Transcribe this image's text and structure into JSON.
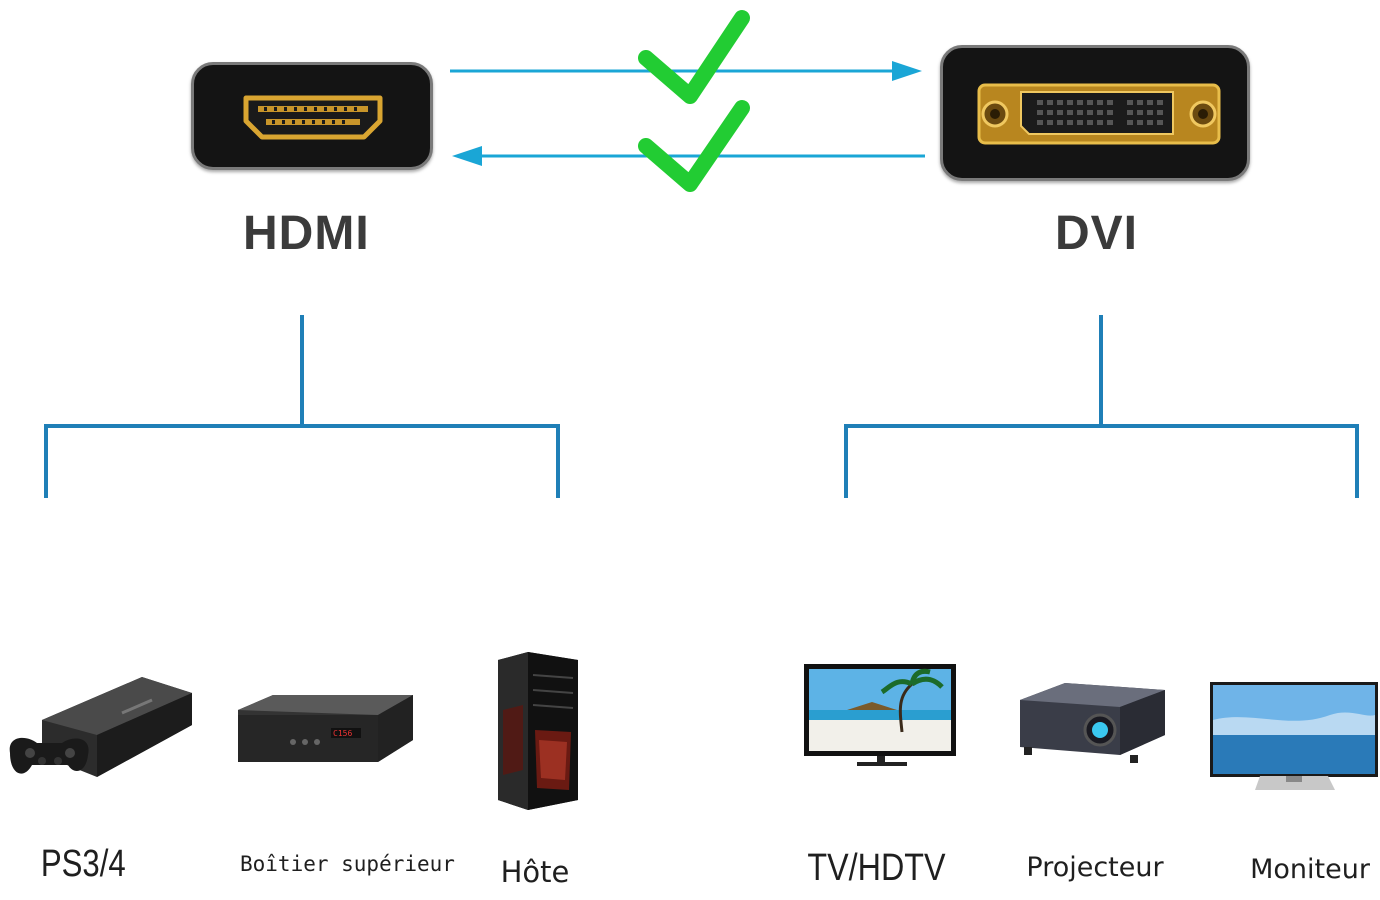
{
  "connectors": {
    "hdmi": {
      "label": "HDMI"
    },
    "dvi": {
      "label": "DVI"
    }
  },
  "devices": {
    "hdmi_side": [
      {
        "label": "PS3/4",
        "icon": "game-console-icon"
      },
      {
        "label": "Boîtier supérieur",
        "icon": "set-top-box-icon"
      },
      {
        "label": "Hôte",
        "icon": "desktop-tower-icon"
      }
    ],
    "dvi_side": [
      {
        "label": "TV/HDTV",
        "icon": "tv-icon"
      },
      {
        "label": "Projecteur",
        "icon": "projector-icon"
      },
      {
        "label": "Moniteur",
        "icon": "monitor-icon"
      }
    ]
  },
  "colors": {
    "arrow": "#1aa6d6",
    "tree_line": "#1f7fb7",
    "check": "#22cc33",
    "connector_gold": "#d9a531"
  },
  "set_top_box_display": "C156"
}
